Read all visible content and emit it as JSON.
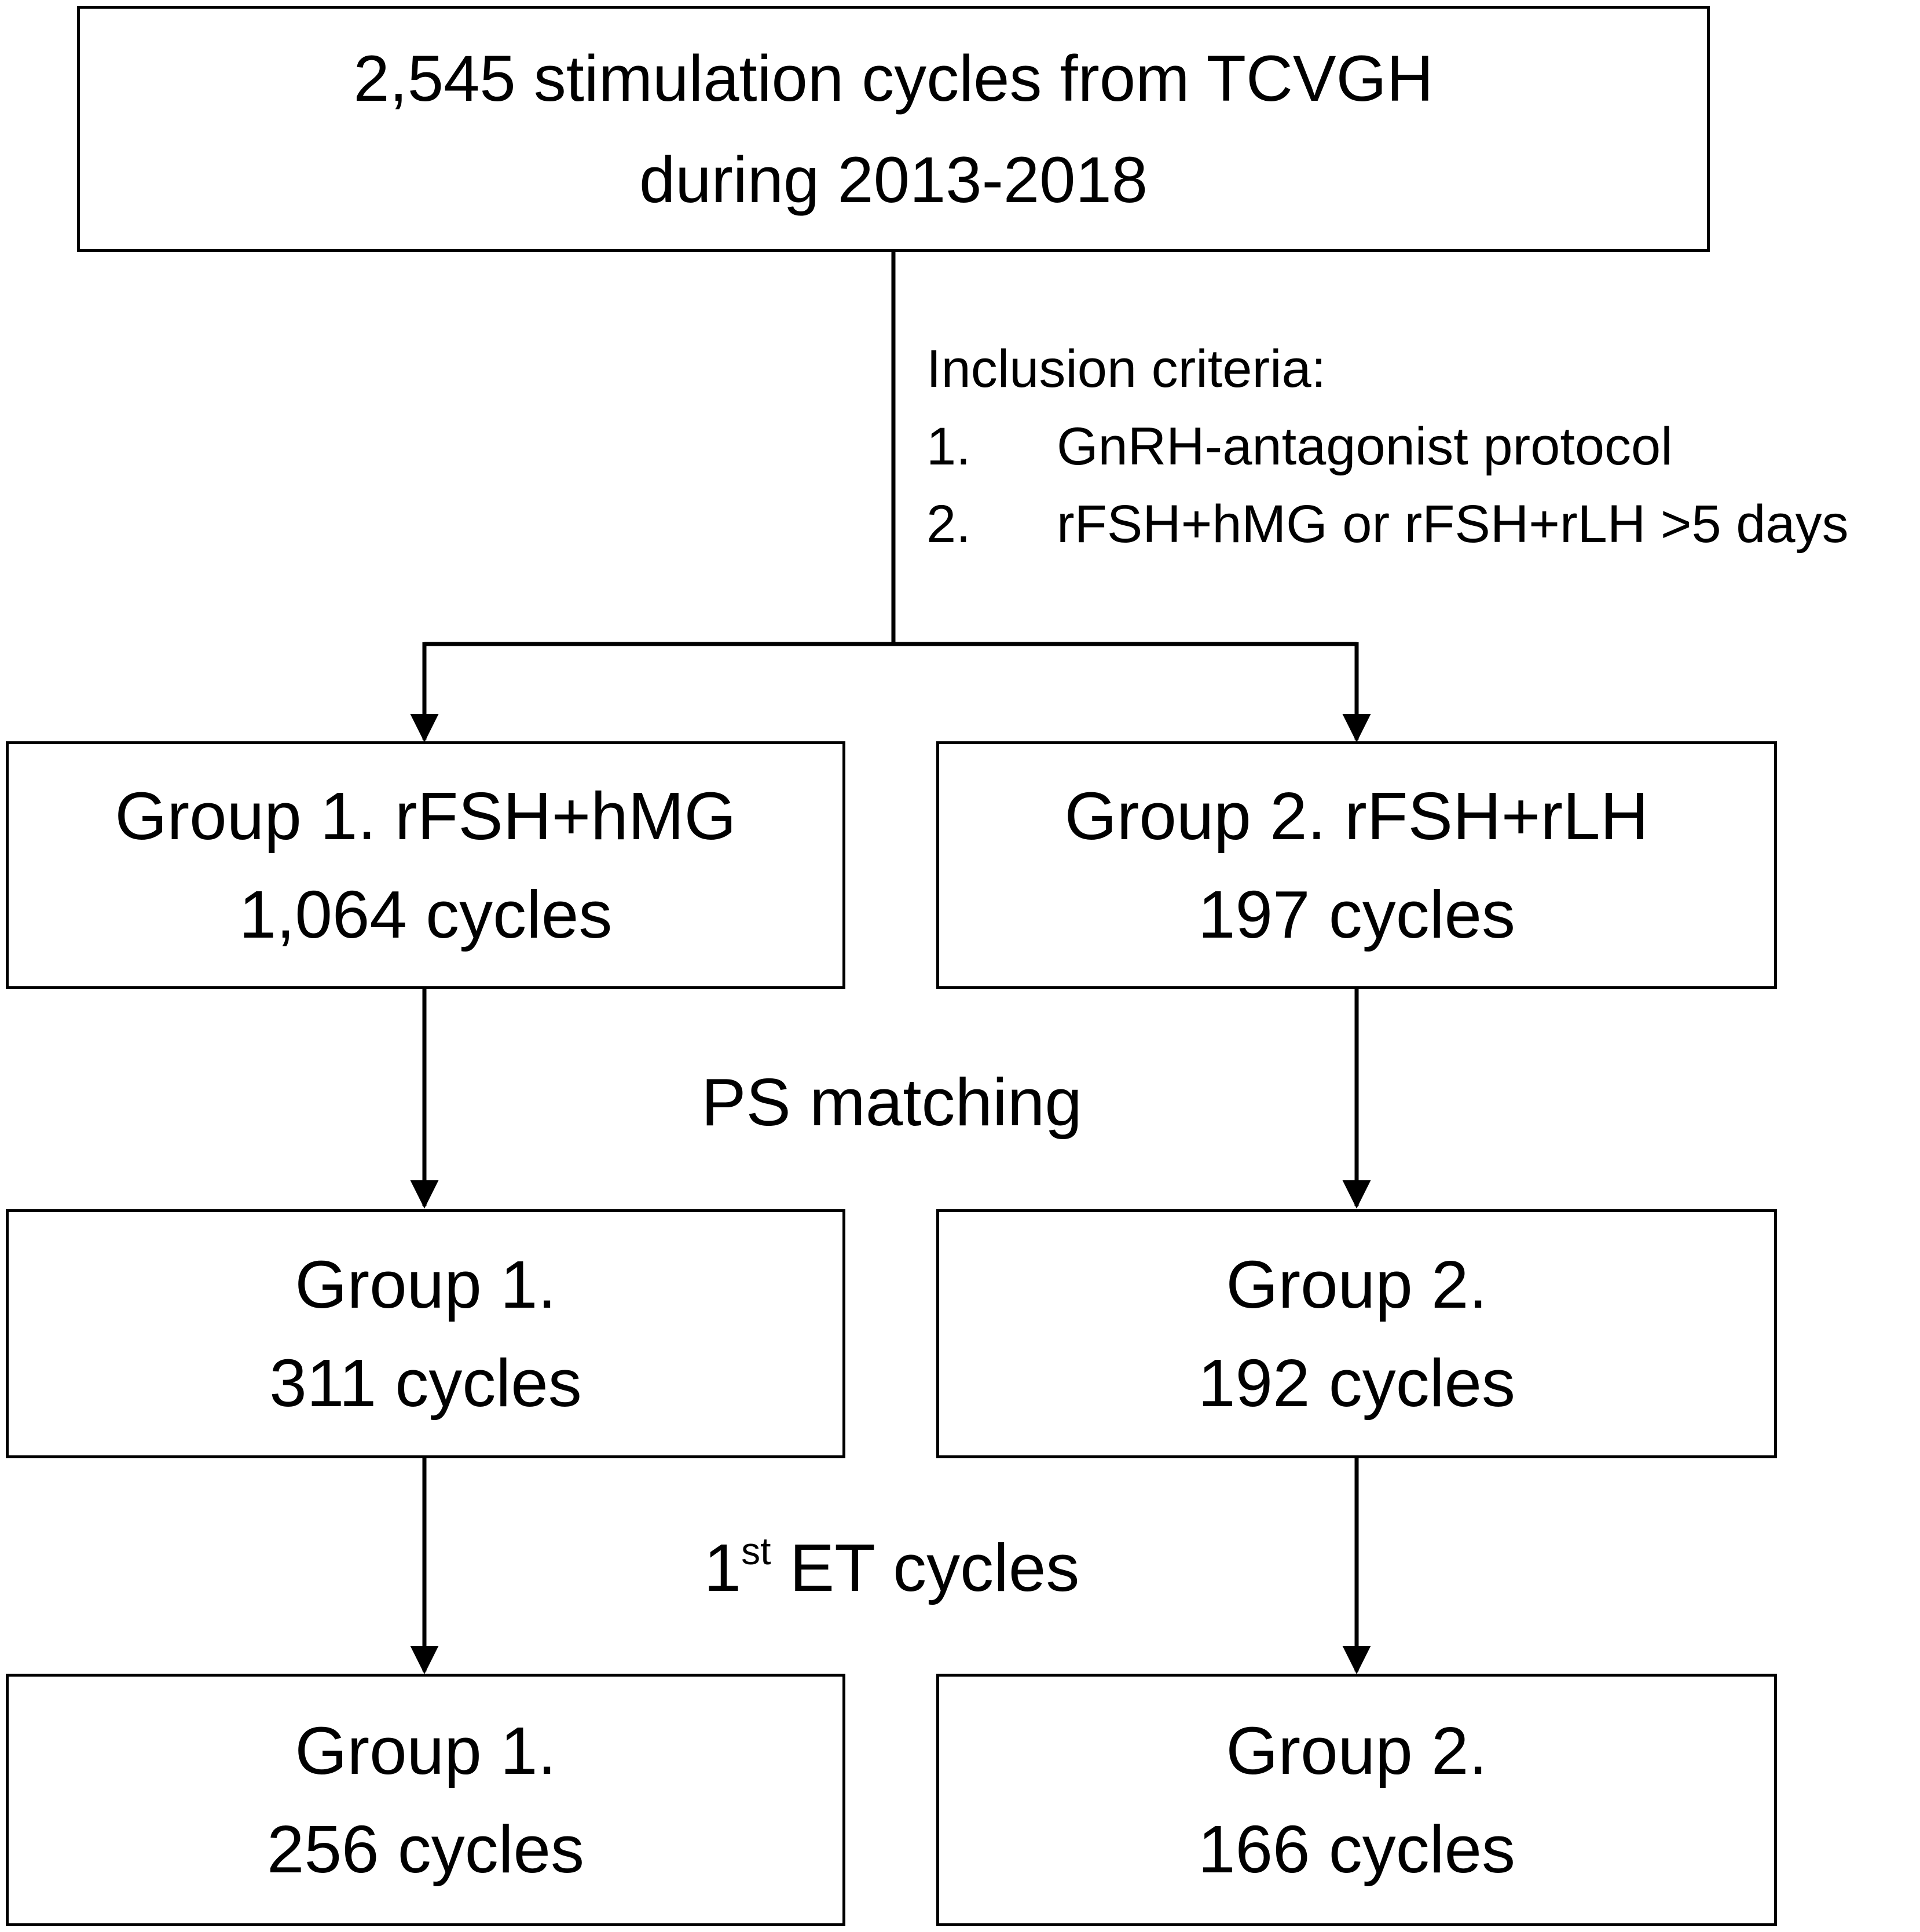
{
  "source": {
    "line1": "2,545 stimulation cycles from TCVGH",
    "line2": "during 2013-2018"
  },
  "inclusion": {
    "heading": "Inclusion criteria:",
    "items": [
      {
        "number": "1.",
        "text": "GnRH-antagonist protocol"
      },
      {
        "number": "2.",
        "text": "rFSH+hMG or rFSH+rLH >5 days"
      }
    ]
  },
  "initial_groups": {
    "group1": {
      "title": "Group 1. rFSH+hMG",
      "count": "1,064 cycles"
    },
    "group2": {
      "title": "Group 2. rFSH+rLH",
      "count": "197 cycles"
    }
  },
  "ps_matching": {
    "label": "PS matching"
  },
  "matched_groups": {
    "group1": {
      "title": "Group 1.",
      "count": "311 cycles"
    },
    "group2": {
      "title": "Group 2.",
      "count": "192 cycles"
    }
  },
  "first_et": {
    "number": "1",
    "superscript": "st",
    "label": " ET cycles"
  },
  "final_groups": {
    "group1": {
      "title": "Group 1.",
      "count": "256 cycles"
    },
    "group2": {
      "title": "Group 2.",
      "count": "166 cycles"
    }
  }
}
